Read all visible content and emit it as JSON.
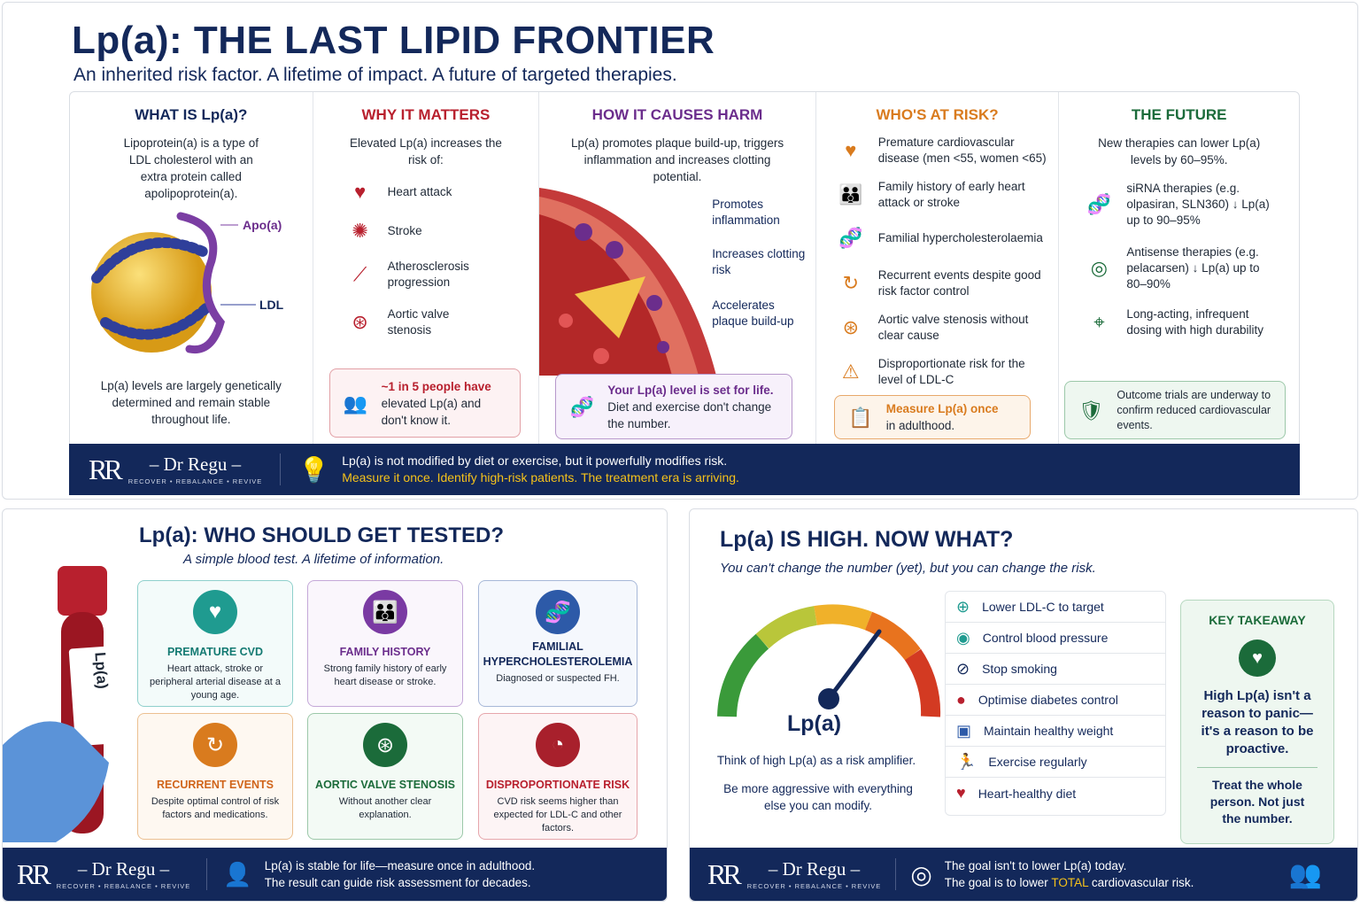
{
  "top": {
    "title": "Lp(a): THE LAST LIPID FRONTIER",
    "subtitle": "An inherited risk factor.  A lifetime of impact.  A future of targeted therapies.",
    "what": {
      "heading": "WHAT IS Lp(a)?",
      "intro": "Lipoprotein(a) is a type of LDL cholesterol with an extra protein called apolipoprotein(a).",
      "label_apo": "Apo(a)",
      "label_ldl": "LDL",
      "outro": "Lp(a) levels are largely genetically determined and remain stable throughout life."
    },
    "why": {
      "heading": "WHY IT MATTERS",
      "intro": "Elevated Lp(a) increases the risk of:",
      "items": [
        "Heart attack",
        "Stroke",
        "Atherosclerosis progression",
        "Aortic valve stenosis"
      ],
      "callout_bold": "~1 in 5 people have",
      "callout_rest": "elevated Lp(a) and don't know it."
    },
    "how": {
      "heading": "HOW IT CAUSES HARM",
      "intro": "Lp(a) promotes plaque build-up, triggers inflammation and increases clotting potential.",
      "labels": [
        "Promotes inflammation",
        "Increases clotting risk",
        "Accelerates plaque build-up"
      ],
      "callout_bold": "Your Lp(a) level is set for life.",
      "callout_rest": "Diet and exercise don't change the number."
    },
    "who": {
      "heading": "WHO'S AT RISK?",
      "items": [
        "Premature cardiovascular disease (men <55, women <65)",
        "Family history of early heart attack or stroke",
        "Familial hypercholesterolaemia",
        "Recurrent events despite good risk factor control",
        "Aortic valve stenosis without clear cause",
        "Disproportionate risk for the level of LDL-C"
      ],
      "callout_bold": "Measure Lp(a) once",
      "callout_rest": "in adulthood."
    },
    "future": {
      "heading": "THE FUTURE",
      "intro": "New therapies can lower Lp(a) levels by 60–95%.",
      "items": [
        "siRNA therapies (e.g. olpasiran, SLN360) ↓ Lp(a) up to 90–95%",
        "Antisense therapies (e.g. pelacarsen) ↓ Lp(a) up to 80–90%",
        "Long-acting, infrequent dosing with high durability"
      ],
      "callout": "Outcome trials are underway to confirm reduced cardiovascular events."
    },
    "footer": {
      "logo_name": "– Dr Regu –",
      "logo_tag": "RECOVER • REBALANCE • REVIVE",
      "line1": "Lp(a) is not modified by diet or exercise, but it powerfully modifies risk.",
      "line2": "Measure it once.  Identify high-risk patients.  The treatment era is arriving."
    }
  },
  "tested": {
    "title": "Lp(a): WHO SHOULD GET TESTED?",
    "subtitle": "A simple blood test.  A lifetime of information.",
    "tube_label": "Lp(a)",
    "cards": [
      {
        "title": "PREMATURE CVD",
        "text": "Heart attack, stroke or peripheral arterial disease at a young age."
      },
      {
        "title": "FAMILY HISTORY",
        "text": "Strong family history of early heart disease or stroke."
      },
      {
        "title": "FAMILIAL HYPERCHOLESTEROLEMIA",
        "text": "Diagnosed or suspected FH."
      },
      {
        "title": "RECURRENT EVENTS",
        "text": "Despite optimal control of risk factors and medications."
      },
      {
        "title": "AORTIC VALVE STENOSIS",
        "text": "Without another clear explanation."
      },
      {
        "title": "DISPROPORTIONATE RISK",
        "text": "CVD risk seems higher than expected for LDL-C and other factors."
      }
    ],
    "footer": {
      "logo_name": "– Dr Regu –",
      "logo_tag": "RECOVER • REBALANCE • REVIVE",
      "line1": "Lp(a) is stable for life—measure once in adulthood.",
      "line2": "The result can guide risk assessment for decades."
    }
  },
  "high": {
    "title": "Lp(a) IS HIGH.  NOW WHAT?",
    "subtitle": "You can't change the number (yet), but you can change the risk.",
    "gauge_label": "Lp(a)",
    "gauge_note1": "Think of high Lp(a) as a risk amplifier.",
    "gauge_note2": "Be more aggressive with everything else you can modify.",
    "actions": [
      "Lower LDL-C to target",
      "Control blood pressure",
      "Stop smoking",
      "Optimise diabetes control",
      "Maintain healthy weight",
      "Exercise regularly",
      "Heart-healthy diet"
    ],
    "takeaway": {
      "heading": "KEY TAKEAWAY",
      "main": "High Lp(a) isn't a reason to panic—it's a reason to be proactive.",
      "secondary": "Treat the whole person. Not just the number."
    },
    "footer": {
      "logo_name": "– Dr Regu –",
      "logo_tag": "RECOVER • REBALANCE • REVIVE",
      "line1": "The goal isn't to lower Lp(a) today.",
      "line2_a": "The goal is to lower ",
      "line2_b": "TOTAL",
      "line2_c": " cardiovascular risk."
    }
  },
  "colors": {
    "navy": "#13285a",
    "red": "#b8202e",
    "purple": "#6b2d8c",
    "orange": "#d97b1e",
    "green": "#1b6b3a"
  }
}
